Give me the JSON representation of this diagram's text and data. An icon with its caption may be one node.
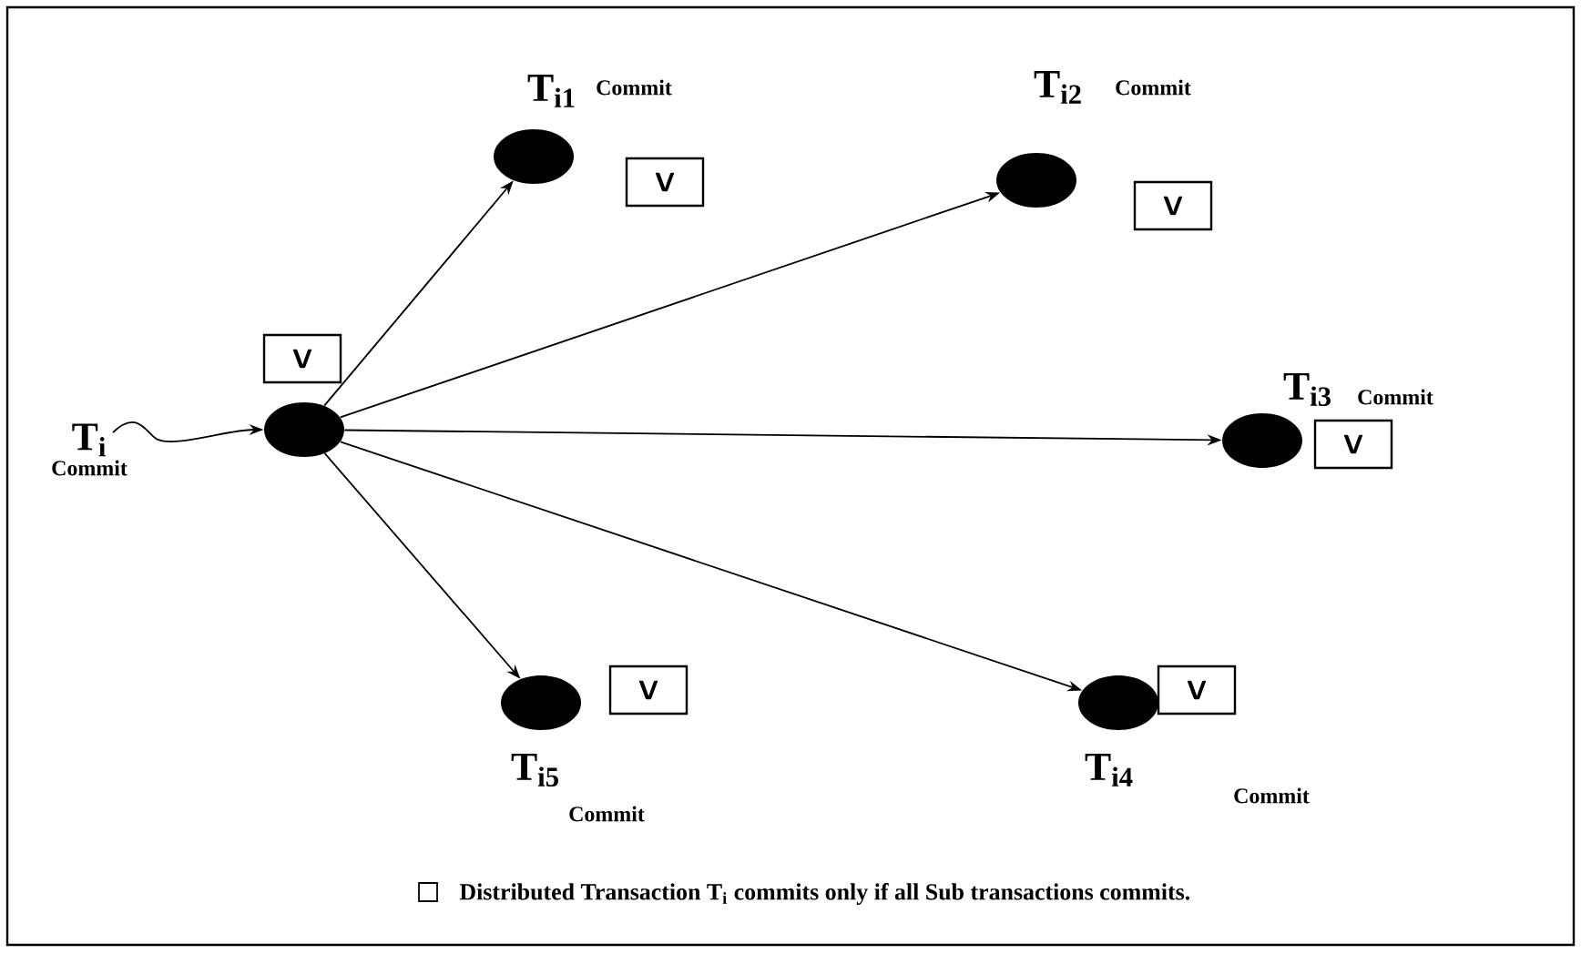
{
  "diagram": {
    "nodes": [
      {
        "text": [
          "T$_{i}$",
          "Commit"
        ]
      },
      {
        "text": [],
        "shape": "ellipse"
      },
      {
        "text": [
          "V"
        ]
      },
      {
        "text": [],
        "shape": "ellipse",
        "beside": [
          "T$_{i1}$"
        ]
      },
      {
        "text": [
          "V"
        ]
      },
      {
        "text": [],
        "shape": "ellipse",
        "beside": [
          "T$_{i2}$"
        ]
      },
      {
        "text": [
          "V"
        ]
      },
      {
        "text": [],
        "shape": "ellipse",
        "beside": [
          "T$_{i3}$"
        ]
      },
      {
        "text": [
          "V"
        ]
      },
      {
        "text": [],
        "shape": "ellipse",
        "beside": [
          "T$_{i5}$"
        ]
      },
      {
        "text": [
          "V"
        ]
      },
      {
        "text": [],
        "shape": "ellipse",
        "beside": [
          "T$_{i4}$"
        ]
      },
      {
        "text": [
          "V"
        ]
      }
    ],
    "edges": [
      {
        "from": 0,
        "to": 1,
        "arrow": "to"
      },
      {
        "from": 1,
        "to": 3,
        "arrow": "to"
      },
      {
        "from": 1,
        "to": 5,
        "arrow": "to"
      },
      {
        "from": 1,
        "to": 7,
        "arrow": "to"
      },
      {
        "from": 1,
        "to": 11,
        "arrow": "to"
      },
      {
        "from": 1,
        "to": 9,
        "arrow": "to"
      }
    ],
    "labels": [
      "Commit",
      "Commit",
      "Commit",
      "Commit",
      "Commit",
      "Distributed Transaction T$_{i}$ commits only if all Sub transactions commits."
    ]
  }
}
